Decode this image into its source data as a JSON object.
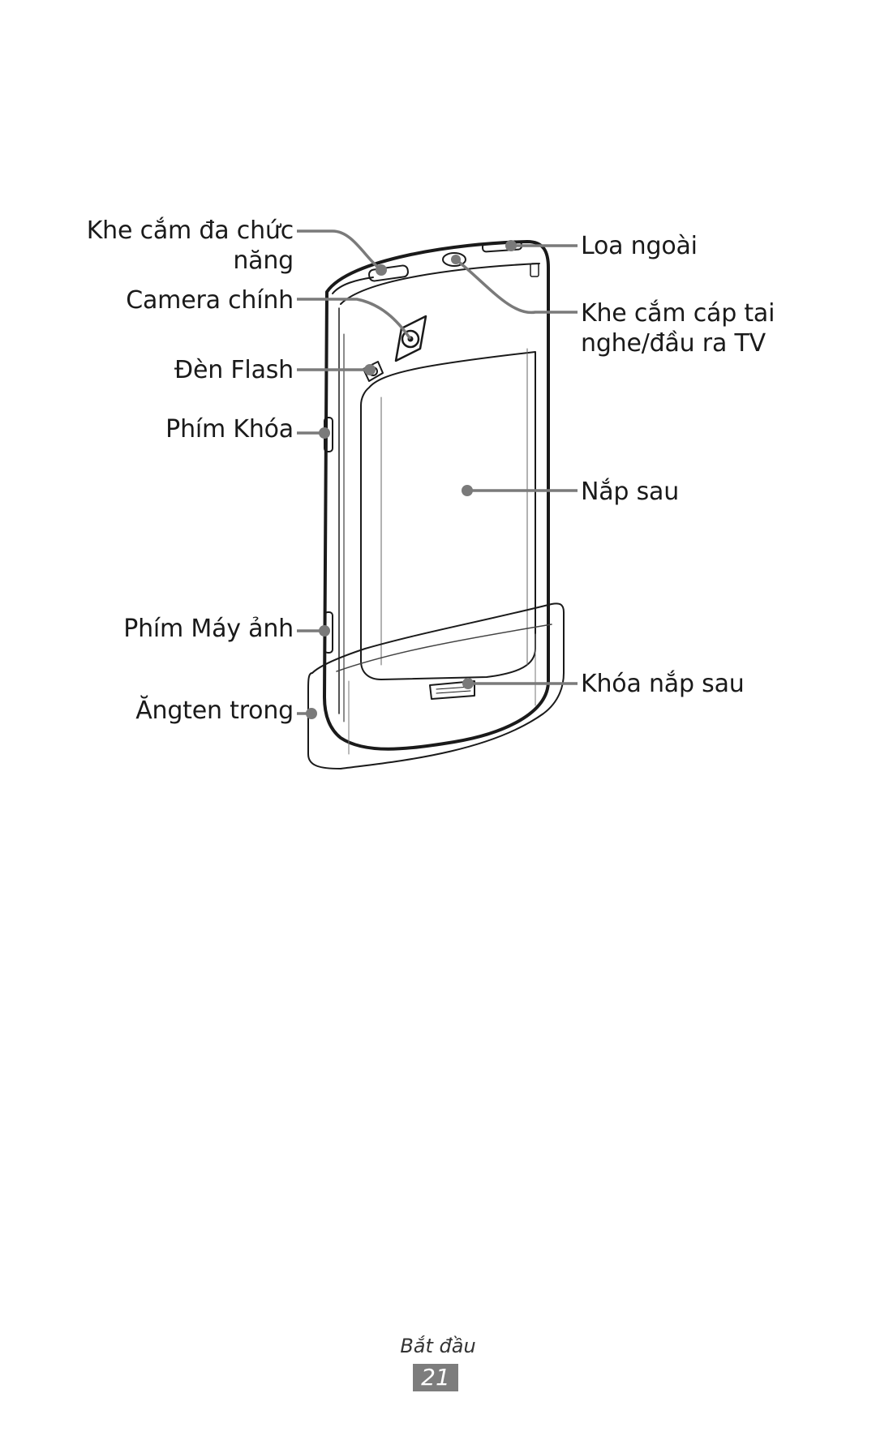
{
  "labels": {
    "multifunction_jack_line1": "Khe cắm đa chức",
    "multifunction_jack_line2": "năng",
    "main_camera": "Camera chính",
    "flash": "Đèn Flash",
    "lock_key": "Phím Khóa",
    "camera_key": "Phím Máy ảnh",
    "internal_antenna": "Ăngten trong",
    "speaker": "Loa ngoài",
    "headset_jack_line1": "Khe cắm cáp tai",
    "headset_jack_line2": "nghe/đầu ra TV",
    "back_cover": "Nắp sau",
    "back_cover_lock": "Khóa nắp sau"
  },
  "footer": {
    "section": "Bắt đầu",
    "page": "21"
  }
}
